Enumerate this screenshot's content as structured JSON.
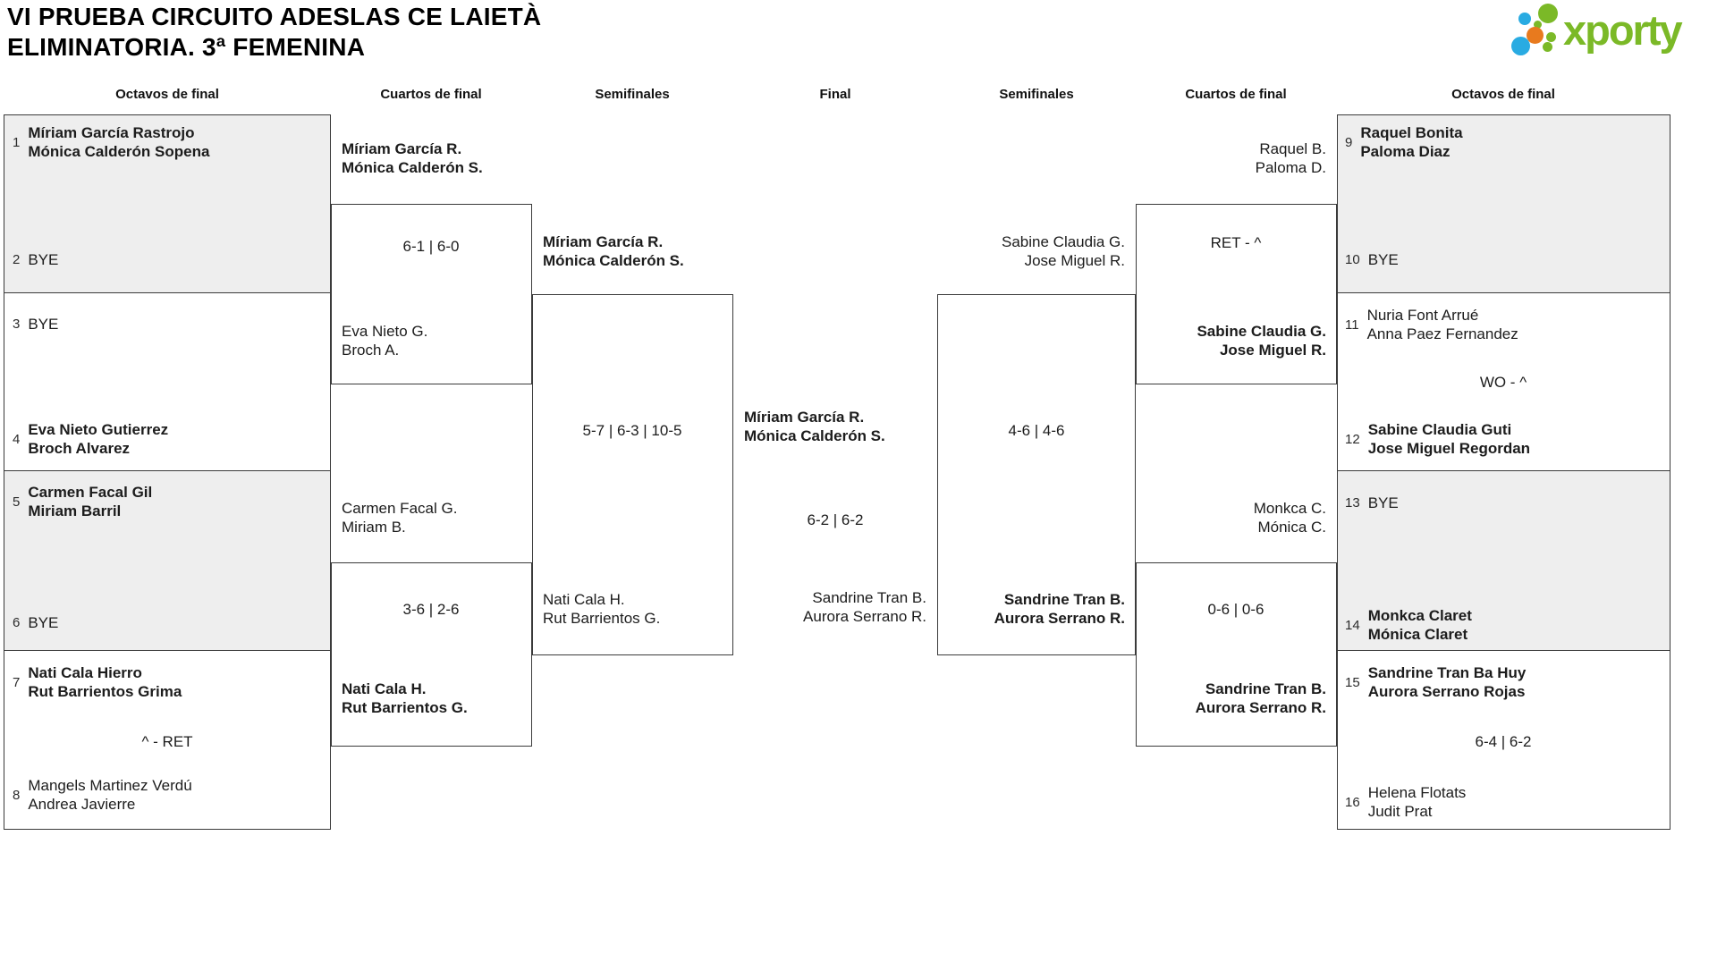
{
  "title": {
    "line1": "VI PRUEBA CIRCUITO ADESLAS CE LAIETÀ",
    "line2": "ELIMINATORIA. 3ª FEMENINA"
  },
  "logo": {
    "text": "xporty",
    "green": "#7bb927",
    "blue": "#29abe2",
    "orange": "#e87a1e"
  },
  "headers": [
    "Octavos de final",
    "Cuartos de final",
    "Semifinales",
    "Final",
    "Semifinales",
    "Cuartos de final",
    "Octavos de final"
  ],
  "octavos_left": {
    "slots": [
      {
        "seed": "1",
        "line1": "Míriam García Rastrojo",
        "line2": "Mónica Calderón Sopena",
        "winner": true
      },
      {
        "seed": "2",
        "line1": "BYE",
        "winner": false
      },
      {
        "seed": "3",
        "line1": "BYE",
        "winner": false
      },
      {
        "seed": "4",
        "line1": "Eva Nieto Gutierrez",
        "line2": "Broch Alvarez",
        "winner": true
      },
      {
        "seed": "5",
        "line1": "Carmen Facal Gil",
        "line2": "Miriam Barril",
        "winner": true
      },
      {
        "seed": "6",
        "line1": "BYE",
        "winner": false
      },
      {
        "seed": "7",
        "line1": "Nati Cala Hierro",
        "line2": "Rut Barrientos Grima",
        "winner": true
      },
      {
        "seed": "8",
        "line1": "Mangels Martinez Verdú",
        "line2": "Andrea Javierre",
        "winner": false
      }
    ],
    "scores": {
      "match4": "^ - RET"
    }
  },
  "octavos_right": {
    "slots": [
      {
        "seed": "9",
        "line1": "Raquel Bonita",
        "line2": "Paloma Diaz",
        "winner": true
      },
      {
        "seed": "10",
        "line1": "BYE",
        "winner": false
      },
      {
        "seed": "11",
        "line1": "Nuria Font Arrué",
        "line2": "Anna Paez Fernandez",
        "winner": false
      },
      {
        "seed": "12",
        "line1": "Sabine Claudia Guti",
        "line2": "Jose Miguel Regordan",
        "winner": true
      },
      {
        "seed": "13",
        "line1": "BYE",
        "winner": false
      },
      {
        "seed": "14",
        "line1": "Monkca Claret",
        "line2": "Mónica Claret",
        "winner": true
      },
      {
        "seed": "15",
        "line1": "Sandrine Tran Ba Huy",
        "line2": "Aurora Serrano Rojas",
        "winner": true
      },
      {
        "seed": "16",
        "line1": "Helena Flotats",
        "line2": "Judit Prat",
        "winner": false
      }
    ],
    "scores": {
      "match2": "WO - ^",
      "match4": "6-4 | 6-2"
    }
  },
  "cuartos_left": {
    "matches": [
      {
        "teamA": {
          "line1": "Míriam García R.",
          "line2": "Mónica Calderón S.",
          "winner": true
        },
        "score": "6-1 | 6-0",
        "teamB": {
          "line1": "Eva Nieto G.",
          "line2": "Broch A.",
          "winner": false
        }
      },
      {
        "teamA": {
          "line1": "Carmen Facal G.",
          "line2": "Miriam B.",
          "winner": false
        },
        "score": "3-6 | 2-6",
        "teamB": {
          "line1": "Nati Cala H.",
          "line2": "Rut Barrientos G.",
          "winner": true
        }
      }
    ]
  },
  "cuartos_right": {
    "matches": [
      {
        "teamA": {
          "line1": "Raquel B.",
          "line2": "Paloma D.",
          "winner": false
        },
        "score": "RET - ^",
        "teamB": {
          "line1": "Sabine Claudia G.",
          "line2": "Jose Miguel R.",
          "winner": true
        }
      },
      {
        "teamA": {
          "line1": "Monkca C.",
          "line2": "Mónica C.",
          "winner": false
        },
        "score": "0-6 | 0-6",
        "teamB": {
          "line1": "Sandrine Tran B.",
          "line2": "Aurora Serrano R.",
          "winner": true
        }
      }
    ]
  },
  "semi_left": {
    "teamA": {
      "line1": "Míriam García R.",
      "line2": "Mónica Calderón S.",
      "winner": true
    },
    "score": "5-7 | 6-3 | 10-5",
    "teamB": {
      "line1": "Nati Cala H.",
      "line2": "Rut Barrientos G.",
      "winner": false
    }
  },
  "semi_right": {
    "teamA": {
      "line1": "Sabine Claudia G.",
      "line2": "Jose Miguel R.",
      "winner": false
    },
    "score": "4-6 | 4-6",
    "teamB": {
      "line1": "Sandrine Tran B.",
      "line2": "Aurora Serrano R.",
      "winner": true
    }
  },
  "final": {
    "teamA": {
      "line1": "Míriam García R.",
      "line2": "Mónica Calderón S.",
      "winner": true
    },
    "score": "6-2 | 6-2",
    "teamB": {
      "line1": "Sandrine Tran B.",
      "line2": "Aurora Serrano R.",
      "winner": false
    }
  }
}
